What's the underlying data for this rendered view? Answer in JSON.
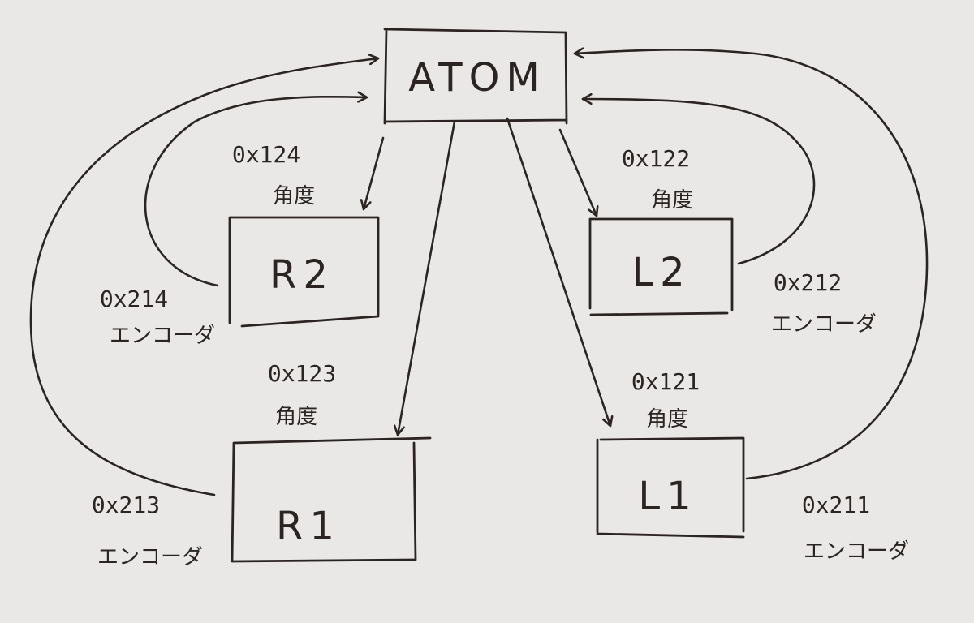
{
  "nodes": {
    "atom": "ATOM",
    "r2": "R2",
    "l2": "L2",
    "r1": "R1",
    "l1": "L1"
  },
  "labels": {
    "r2_angle_id": "0x124",
    "r2_angle": "角度",
    "l2_angle_id": "0x122",
    "l2_angle": "角度",
    "r1_angle_id": "0x123",
    "r1_angle": "角度",
    "l1_angle_id": "0x121",
    "l1_angle": "角度",
    "r2_encoder_id": "0x214",
    "r2_encoder": "エンコーダ",
    "l2_encoder_id": "0x212",
    "l2_encoder": "エンコーダ",
    "r1_encoder_id": "0x213",
    "r1_encoder": "エンコーダ",
    "l1_encoder_id": "0x211",
    "l1_encoder": "エンコーダ"
  },
  "colors": {
    "paper": "#e9e8e6",
    "ink": "#2a2523"
  }
}
